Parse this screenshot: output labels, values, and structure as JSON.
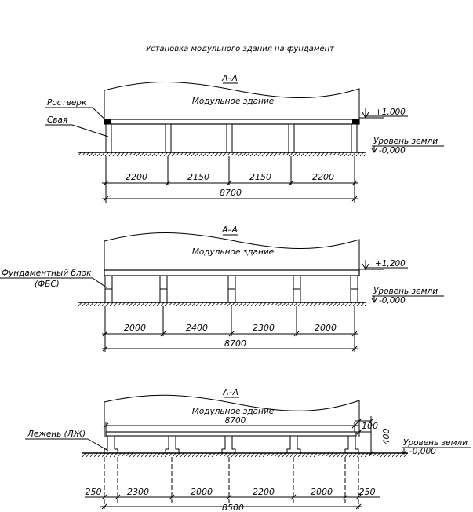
{
  "title": "Установка модульного здания на фундамент",
  "colors": {
    "ink": "#000000",
    "background": "#ffffff"
  },
  "sections": [
    {
      "section_label": "А–А",
      "building_label": "Модульное здание",
      "callouts": [
        "Ростверк",
        "Свая"
      ],
      "elevation_top": "+1,000",
      "ground_label": "Уровень земли",
      "ground_level": "-0,000",
      "dims": [
        "2200",
        "2150",
        "2150",
        "2200"
      ],
      "total": "8700"
    },
    {
      "section_label": "А–А",
      "building_label": "Модульное здание",
      "callout_line1": "Фундаментный блок",
      "callout_line2": "(ФБС)",
      "elevation_top": "+1,200",
      "ground_label": "Уровень земли",
      "ground_level": "-0,000",
      "dims": [
        "2000",
        "2400",
        "2300",
        "2000"
      ],
      "total": "8700"
    },
    {
      "section_label": "А–А",
      "building_label": "Модульное здание",
      "building_width": "8700",
      "callout": "Лежень (ЛЖ)",
      "dim_small": "100",
      "dim_height": "400",
      "ground_label": "Уровень земли",
      "ground_level": "-0,000",
      "edge_left": "250",
      "dims": [
        "2300",
        "2000",
        "2200",
        "2000"
      ],
      "edge_right": "250",
      "total": "8500"
    }
  ]
}
